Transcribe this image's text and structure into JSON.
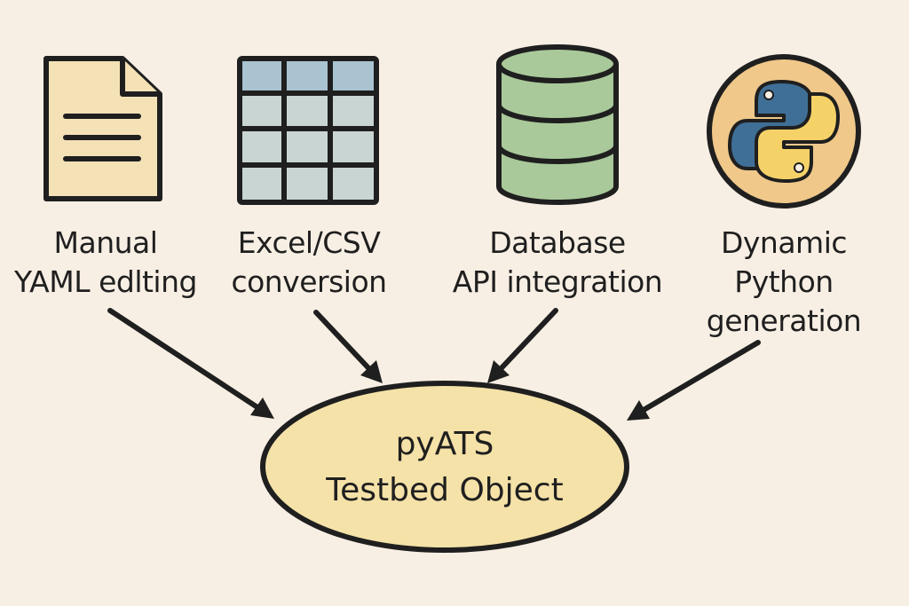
{
  "sources": [
    {
      "id": "manual",
      "icon": "document-icon",
      "lines": [
        "Manual",
        "YAML edlting"
      ]
    },
    {
      "id": "excel",
      "icon": "spreadsheet-icon",
      "lines": [
        "Excel/CSV",
        "conversion"
      ]
    },
    {
      "id": "database",
      "icon": "database-icon",
      "lines": [
        "Database",
        "API integration"
      ]
    },
    {
      "id": "python",
      "icon": "python-logo-icon",
      "lines": [
        "Dynamic",
        "Python",
        "generation"
      ]
    }
  ],
  "target": {
    "lines": [
      "pyATS",
      "Testbed Object"
    ]
  },
  "colors": {
    "background": "#f8efe4",
    "outline": "#1f1f1f",
    "document_fill": "#f4e2b6",
    "grid_header": "#a9c3d1",
    "grid_cell": "#c9d5d3",
    "database_fill": "#a9c99a",
    "python_circle": "#efc88a",
    "python_blue": "#3f6f97",
    "python_yellow": "#f5d268",
    "ellipse_fill": "#f5e2a8"
  }
}
